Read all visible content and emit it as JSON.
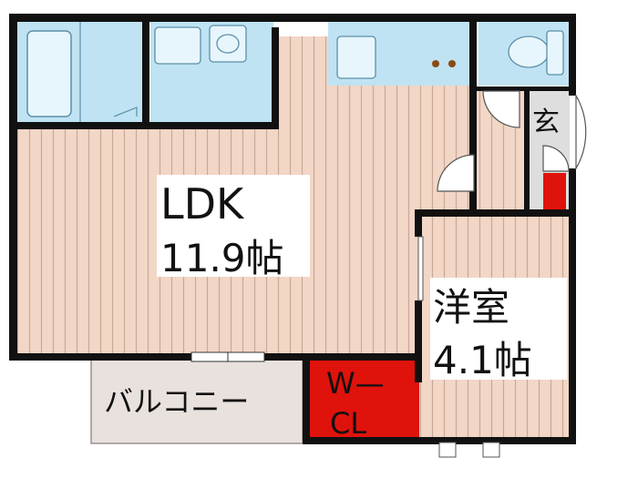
{
  "rooms": {
    "ldk": {
      "name": "LDK",
      "size": "11.9帖"
    },
    "western": {
      "name": "洋室",
      "size": "4.1帖"
    },
    "wcl": {
      "line1": "W—",
      "line2": "CL"
    },
    "balcony": {
      "name": "バルコニー"
    },
    "entrance": {
      "name": "玄"
    }
  },
  "colors": {
    "wall": "#111111",
    "floor": "#f2d6c6",
    "floor_stripe": "#c9a898",
    "wet_area": "#bfe3f3",
    "wcl": "#e0120c",
    "balcony": "#e9e1de",
    "entrance_floor": "#dedede",
    "shoe_box": "#e0120c"
  }
}
